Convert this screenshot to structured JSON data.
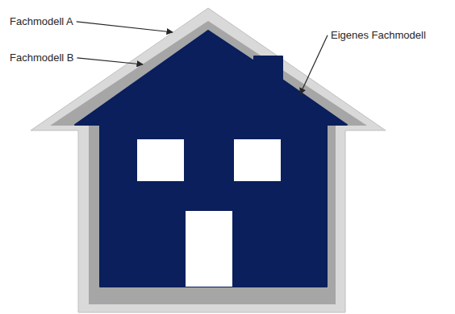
{
  "diagram": {
    "labels": [
      "Fachmodell A",
      "Fachmodell B",
      "Eigenes Fachmodell"
    ]
  }
}
